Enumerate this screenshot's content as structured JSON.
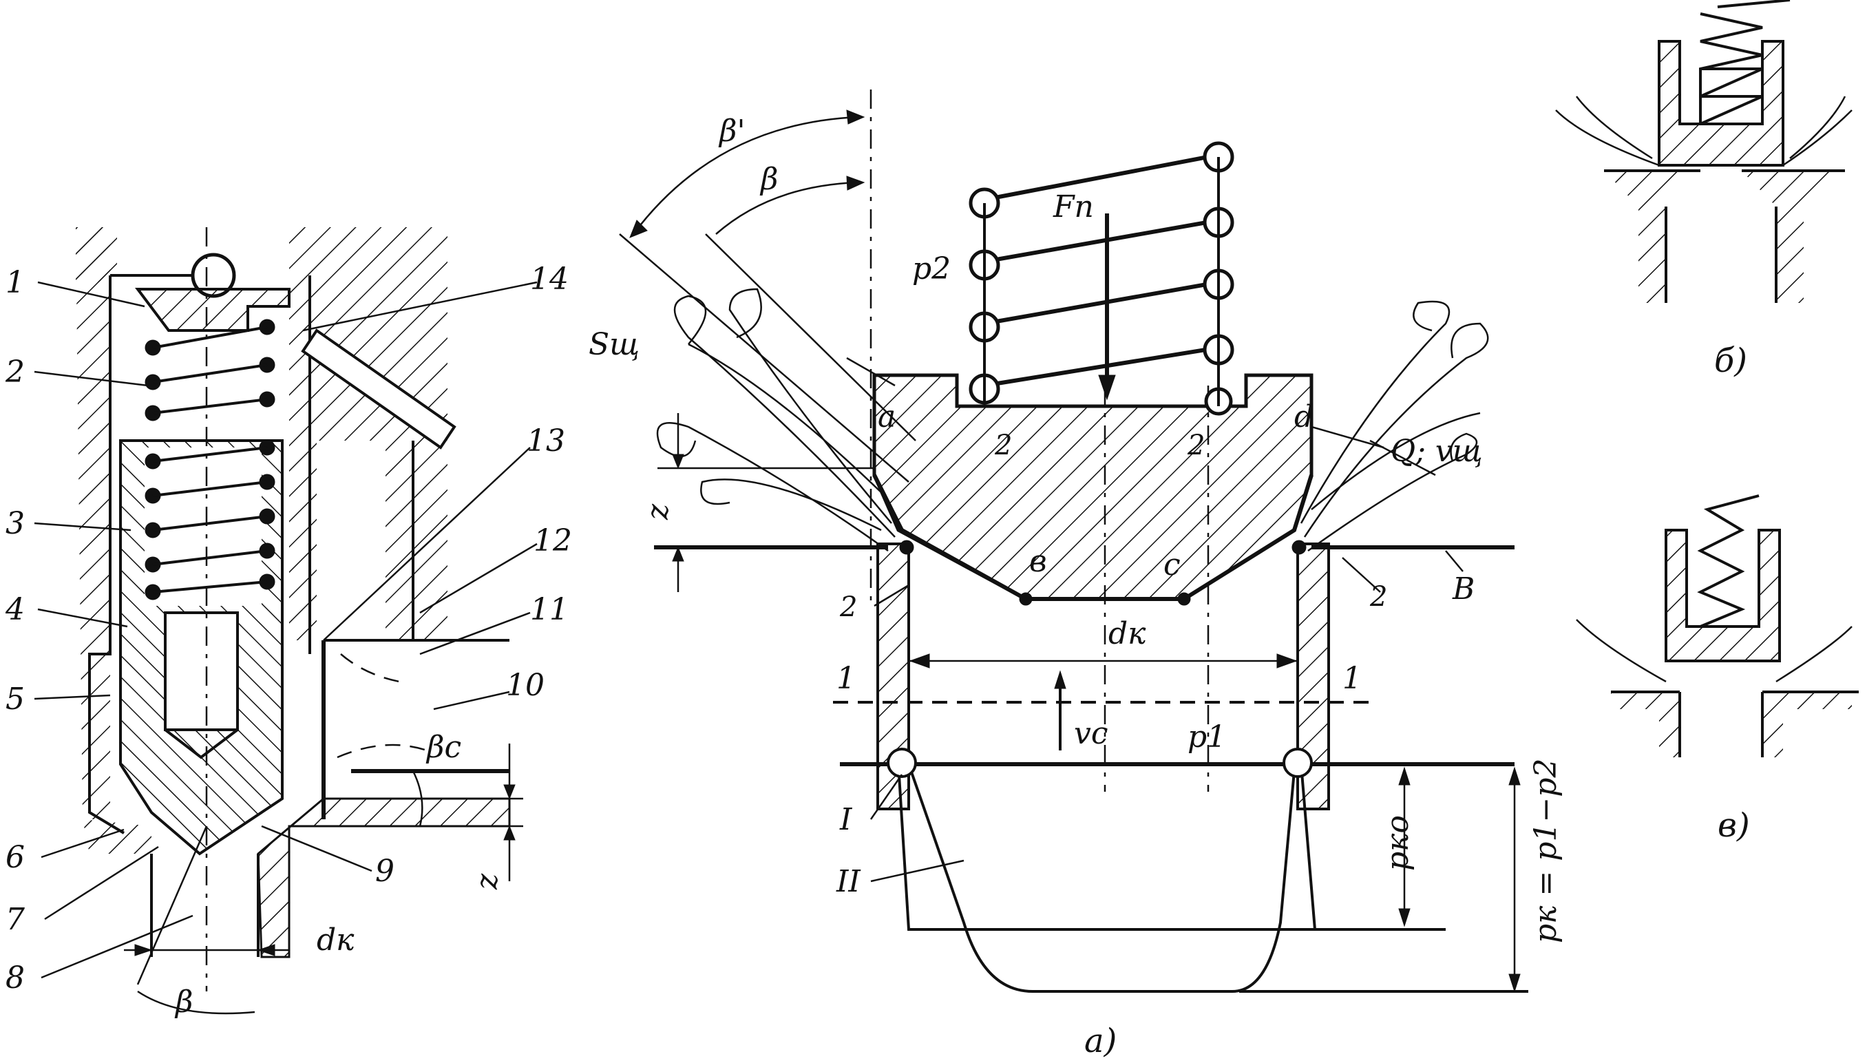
{
  "labels_left": {
    "l1": "1",
    "l2": "2",
    "l3": "3",
    "l4": "4",
    "l5": "5",
    "l6": "6",
    "l7": "7",
    "l8": "8",
    "l9": "9",
    "l10": "10",
    "l11": "11",
    "l12": "12",
    "l13": "13",
    "l14": "14",
    "beta_c": "βc",
    "z": "z",
    "dk": "dк",
    "beta": "β"
  },
  "labels_center": {
    "beta_prime": "β'",
    "beta": "β",
    "Fn": "Fп",
    "p2": "p2",
    "S": "Sщ",
    "a": "a",
    "d": "d",
    "b": "в",
    "c": "c",
    "Q": "Q; vщ",
    "z": "z",
    "dk": "dк",
    "one_left": "1",
    "one_right": "1",
    "two_a": "2",
    "two_b": "2",
    "two_c": "2",
    "two_d": "2",
    "vc": "vc",
    "p1": "p1",
    "B": "B",
    "I": "I",
    "II": "II",
    "pko": "pко",
    "pk": "pк = p1−p2"
  },
  "captions": {
    "a": "a)",
    "b": "б)",
    "c": "в)"
  },
  "colors": {
    "ink": "#111111",
    "paper": "#ffffff"
  }
}
